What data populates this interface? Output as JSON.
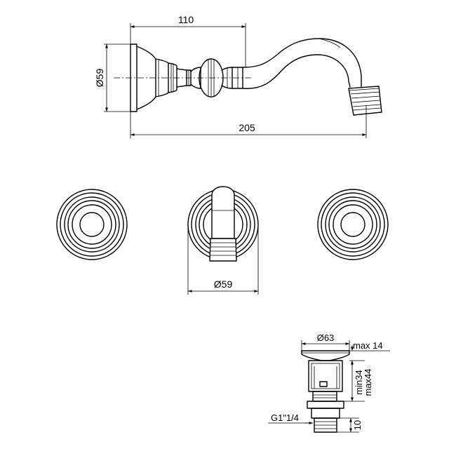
{
  "side_view": {
    "dim_top": "110",
    "dim_bottom": "205",
    "dim_left": "Ø59"
  },
  "front_view": {
    "dim_bottom": "Ø59"
  },
  "drain": {
    "dim_top": "Ø63",
    "dim_max_top": "max 14",
    "dim_min": "min34",
    "dim_max": "max44",
    "dim_thread": "G1\"1/4",
    "dim_bottom": "10"
  }
}
